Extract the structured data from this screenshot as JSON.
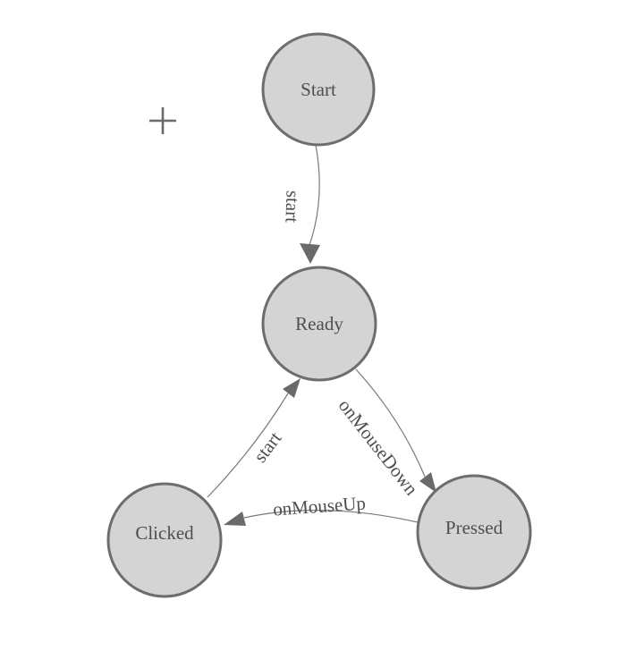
{
  "diagram": {
    "type": "state-machine",
    "background": "#ffffff",
    "colors": {
      "node_fill": "#d4d4d4",
      "node_stroke": "#6d6d6d",
      "edge_stroke": "#7a7a7a",
      "arrow_fill": "#6a6a6a",
      "label_text": "#4e4e4e"
    },
    "nodes": [
      {
        "id": "start",
        "label": "Start"
      },
      {
        "id": "ready",
        "label": "Ready"
      },
      {
        "id": "clicked",
        "label": "Clicked"
      },
      {
        "id": "pressed",
        "label": "Pressed"
      }
    ],
    "edges": [
      {
        "from": "Start",
        "to": "Ready",
        "label": "start"
      },
      {
        "from": "Clicked",
        "to": "Ready",
        "label": "start"
      },
      {
        "from": "Ready",
        "to": "Pressed",
        "label": "onMouseDown"
      },
      {
        "from": "Pressed",
        "to": "Clicked",
        "label": "onMouseUp"
      }
    ],
    "plus_icon": {
      "symbol": "+"
    }
  }
}
